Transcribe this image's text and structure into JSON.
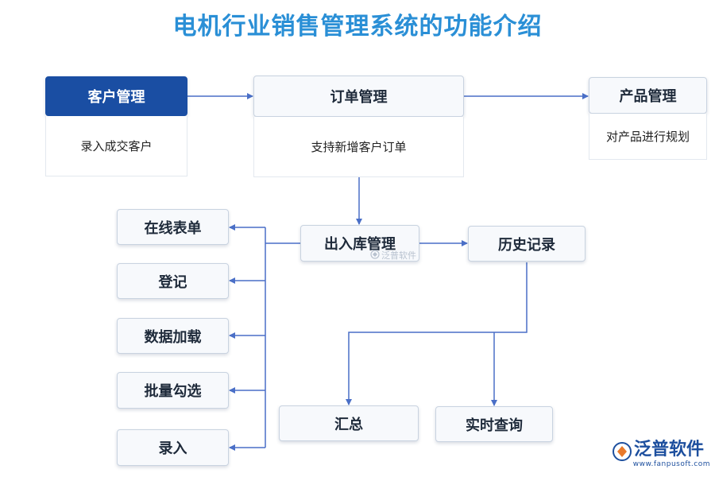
{
  "title": "电机行业销售管理系统的功能介绍",
  "nodes": {
    "customer": "客户管理",
    "customer_desc": "录入成交客户",
    "order": "订单管理",
    "order_desc": "支持新增客户订单",
    "product": "产品管理",
    "product_desc": "对产品进行规划",
    "warehouse": "出入库管理",
    "history": "历史记录",
    "online_form": "在线表单",
    "register": "登记",
    "data_load": "数据加载",
    "batch_select": "批量勾选",
    "entry": "录入",
    "summary": "汇总",
    "realtime_query": "实时查询"
  },
  "watermark": "泛普软件",
  "brand": {
    "name": "泛普软件",
    "url": "www.fanpusoft.com"
  },
  "colors": {
    "title": "#2a8fd6",
    "primary": "#1a4ea3",
    "line": "#4a6fc7"
  }
}
